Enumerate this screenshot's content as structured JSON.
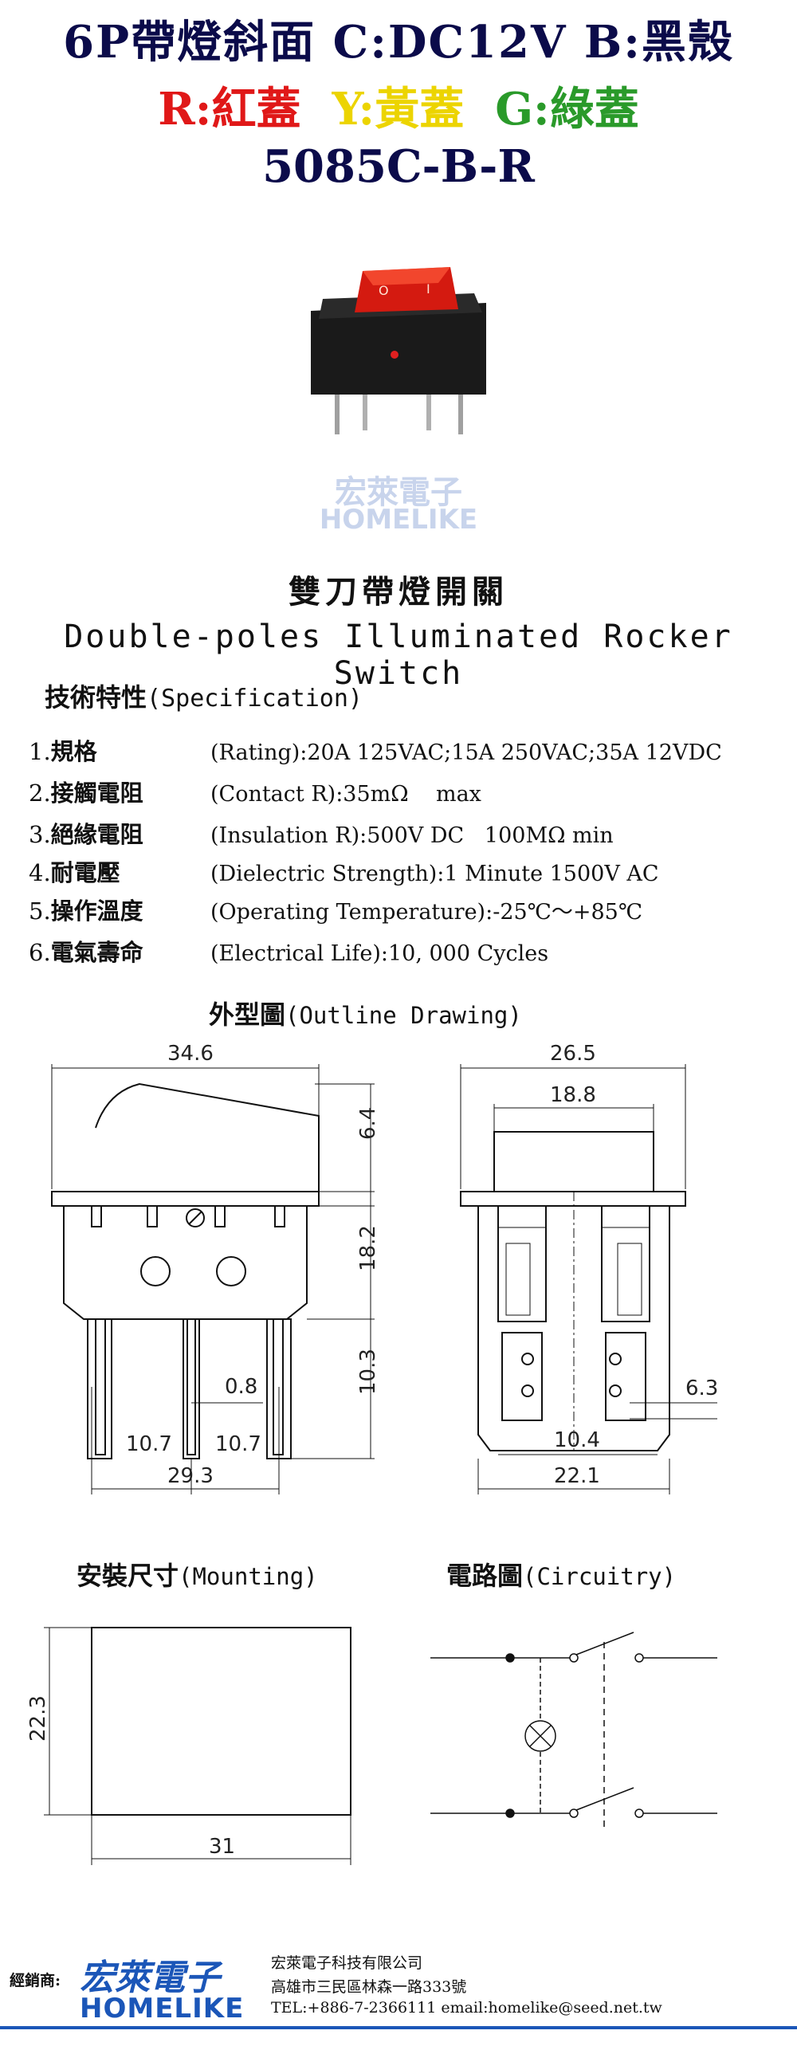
{
  "header": {
    "line1": "6P帶燈斜面 C:DC12V B:黑殼",
    "r_label": "R:紅蓋",
    "y_label": "Y:黃蓋",
    "g_label": "G:綠蓋",
    "model": "5085C-B-R"
  },
  "watermark": {
    "cn": "宏萊電子",
    "en": "HOMELIKE"
  },
  "product": {
    "title_cn": "雙刀帶燈開關",
    "title_en": "Double-poles Illuminated Rocker Switch"
  },
  "spec": {
    "title_cn": "技術特性",
    "title_en": "(Specification)",
    "items": [
      {
        "num": "1.",
        "label": "規格",
        "value": "(Rating):20A 125VAC;15A 250VAC;35A 12VDC"
      },
      {
        "num": "2.",
        "label": "接觸電阻",
        "value": "(Contact R):35mΩ    max"
      },
      {
        "num": "3.",
        "label": "絕緣電阻",
        "value": "(Insulation R):500V DC   100MΩ min"
      },
      {
        "num": "4.",
        "label": "耐電壓",
        "value": "(Dielectric Strength):1 Minute 1500V AC"
      },
      {
        "num": "5.",
        "label": "操作溫度",
        "value": "(Operating Temperature):-25℃～+85℃"
      },
      {
        "num": "6.",
        "label": "電氣壽命",
        "value": "(Electrical Life):10, 000 Cycles"
      }
    ]
  },
  "outline": {
    "title_cn": "外型圖",
    "title_en": "(Outline Drawing)",
    "dims": {
      "width": "34.6",
      "cap_h": "6.4",
      "body_h": "18.2",
      "pin_h": "10.3",
      "pin_w": "0.8",
      "pitch_a": "10.7",
      "pitch_b": "10.7",
      "base_w": "29.3",
      "side_w": "26.5",
      "side_inner": "18.8",
      "side_pin": "6.3",
      "side_pitch": "10.4",
      "side_base": "22.1"
    }
  },
  "mounting": {
    "title_cn": "安裝尺寸",
    "title_en": "(Mounting)",
    "h": "22.3",
    "w": "31"
  },
  "circuit": {
    "title_cn": "電路圖",
    "title_en": "(Circuitry)"
  },
  "footer": {
    "dealer_label": "經銷商:",
    "logo_cn": "宏萊電子",
    "logo_en": "HOMELIKE",
    "company": "宏萊電子科技有限公司",
    "address": "高雄市三民區林森一路333號",
    "contact": "TEL:+886-7-2366111   email:homelike@seed.net.tw"
  },
  "colors": {
    "navy": "#0b0b4a",
    "red": "#e01818",
    "yellow": "#ecd400",
    "green": "#2a9a2a",
    "brand_blue": "#1b56b8",
    "rocker": "#d41a10"
  }
}
